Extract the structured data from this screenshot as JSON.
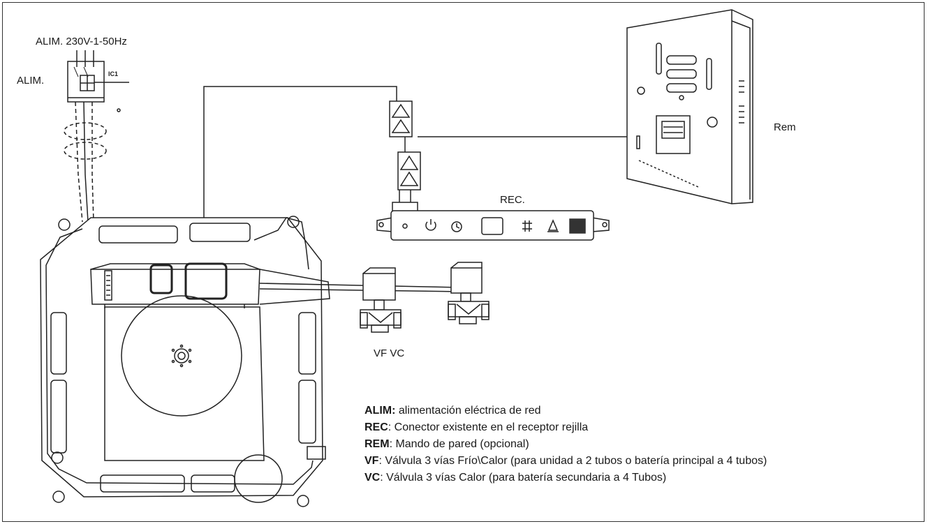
{
  "labels": {
    "supply_voltage": "ALIM. 230V-1-50Hz",
    "alim": "ALIM.",
    "ic1": "IC1",
    "rem": "Rem",
    "rec": "REC.",
    "vf_vc": "VF VC"
  },
  "legend": [
    {
      "key": "ALIM:",
      "text": " alimentación eléctrica de red"
    },
    {
      "key": "REC",
      "text": ": Conector existente en el receptor rejilla"
    },
    {
      "key": "REM",
      "text": ": Mando de pared (opcional)"
    },
    {
      "key": "VF",
      "text": ": Válvula 3 vías Frío\\Calor (para unidad a 2 tubos o batería principal a 4 tubos)"
    },
    {
      "key": "VC",
      "text": ": Válvula 3 vías Calor (para batería secundaria a  4 Tubos)"
    }
  ]
}
